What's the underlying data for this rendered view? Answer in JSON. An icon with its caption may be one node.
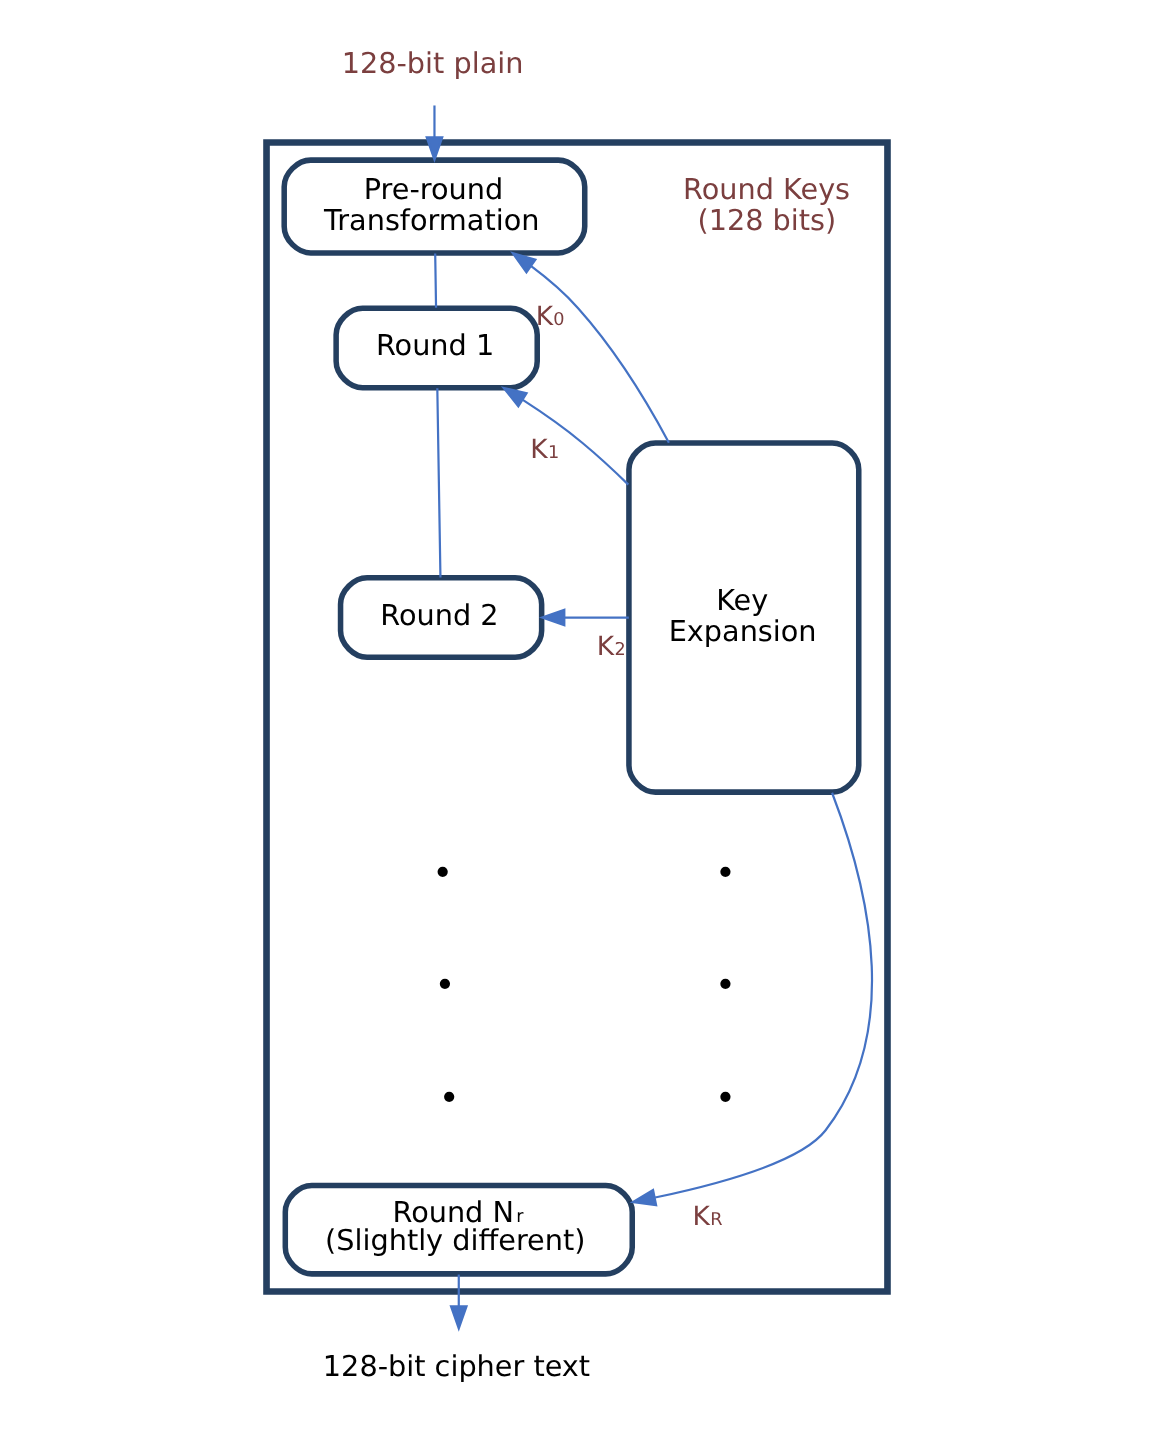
{
  "diagram": {
    "nodes": [
      {
        "text": [],
        "shape": "box"
      },
      {
        "text": [
          "128-bit plain"
        ]
      },
      {
        "text": [
          "Pre-round Transformation"
        ],
        "in": 0
      },
      {
        "text": [
          "Round 1"
        ],
        "in": 0
      },
      {
        "text": [
          "Round 2"
        ],
        "in": 0
      },
      {
        "text": [
          "Round N$_{r}$ (Slightly different)"
        ],
        "in": 0
      },
      {
        "text": [
          "Key Expansion"
        ],
        "in": 0
      },
      {
        "text": [
          "128-bit cipher text"
        ]
      }
    ],
    "edges": [
      {
        "from": 1,
        "to": 2,
        "arrow": "to"
      },
      {
        "from": 2,
        "to": 3,
        "arrow": "none"
      },
      {
        "from": 3,
        "to": 4,
        "arrow": "none"
      },
      {
        "from": 6,
        "to": 2,
        "arrow": "to",
        "label": "K$_{0}$"
      },
      {
        "from": 6,
        "to": 3,
        "arrow": "to",
        "label": "K$_{1}$"
      },
      {
        "from": 6,
        "to": 4,
        "arrow": "to",
        "label": "K$_{2}$"
      },
      {
        "from": 6,
        "to": 5,
        "arrow": "to",
        "label": "K$_{R}$"
      },
      {
        "from": 5,
        "to": 7,
        "arrow": "to"
      }
    ],
    "labels": [
      "Round Keys (128 bits)",
      "•",
      "•",
      "•",
      "•",
      "•",
      "•"
    ]
  }
}
